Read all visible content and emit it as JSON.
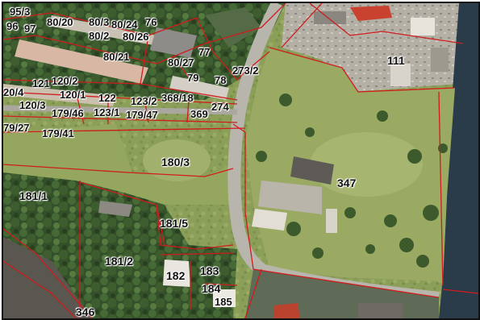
{
  "map": {
    "colors": {
      "boundary": "#d01c1c",
      "grass": "#8fa35a",
      "trees": "#2f4a24",
      "water": "#2c3f4d",
      "road": "#b9b6ae",
      "roof": "#d9d6cf"
    },
    "parcels": [
      {
        "id": "p-95-3",
        "label": "95/3"
      },
      {
        "id": "p-96",
        "label": "96"
      },
      {
        "id": "p-97",
        "label": "97"
      },
      {
        "id": "p-80-20",
        "label": "80/20"
      },
      {
        "id": "p-80-3",
        "label": "80/3"
      },
      {
        "id": "p-80-24",
        "label": "80/24"
      },
      {
        "id": "p-76",
        "label": "76"
      },
      {
        "id": "p-80-2",
        "label": "80/2"
      },
      {
        "id": "p-80-26",
        "label": "80/26"
      },
      {
        "id": "p-80-21",
        "label": "80/21"
      },
      {
        "id": "p-77",
        "label": "77"
      },
      {
        "id": "p-80-27",
        "label": "80/27"
      },
      {
        "id": "p-79",
        "label": "79"
      },
      {
        "id": "p-78",
        "label": "78"
      },
      {
        "id": "p-273-2",
        "label": "273/2"
      },
      {
        "id": "p-111",
        "label": "111"
      },
      {
        "id": "p-20-4",
        "label": "20/4"
      },
      {
        "id": "p-121",
        "label": "121"
      },
      {
        "id": "p-120-2",
        "label": "120/2"
      },
      {
        "id": "p-120-1",
        "label": "120/1"
      },
      {
        "id": "p-122",
        "label": "122"
      },
      {
        "id": "p-123-2",
        "label": "123/2"
      },
      {
        "id": "p-368-18",
        "label": "368/18"
      },
      {
        "id": "p-120-3",
        "label": "120/3"
      },
      {
        "id": "p-274",
        "label": "274"
      },
      {
        "id": "p-179-46",
        "label": "179/46"
      },
      {
        "id": "p-123-1",
        "label": "123/1"
      },
      {
        "id": "p-179-47",
        "label": "179/47"
      },
      {
        "id": "p-369",
        "label": "369"
      },
      {
        "id": "p-79-27",
        "label": "79/27"
      },
      {
        "id": "p-179-41",
        "label": "179/41"
      },
      {
        "id": "p-180-3",
        "label": "180/3"
      },
      {
        "id": "p-347",
        "label": "347"
      },
      {
        "id": "p-181-1",
        "label": "181/1"
      },
      {
        "id": "p-181-5",
        "label": "181/5"
      },
      {
        "id": "p-181-2",
        "label": "181/2"
      },
      {
        "id": "p-183",
        "label": "183"
      },
      {
        "id": "p-182",
        "label": "182"
      },
      {
        "id": "p-184",
        "label": "184"
      },
      {
        "id": "p-185",
        "label": "185"
      },
      {
        "id": "p-346",
        "label": "346"
      }
    ]
  }
}
